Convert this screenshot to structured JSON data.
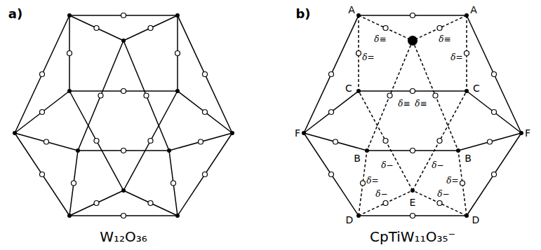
{
  "diagram": {
    "labels": [
      "a)",
      "b)",
      "A",
      "A",
      "δ≡",
      "δ≡",
      "δ=",
      "δ=",
      "C",
      "δ≡",
      "δ≡",
      "C",
      "F",
      "F",
      "B",
      "B",
      "δ−",
      "δ−",
      "δ=",
      "δ=",
      "E",
      "δ−",
      "δ−",
      "D",
      "D",
      "W₁₂O₃₆",
      "CpTiW₁₁O₃₅⁻"
    ]
  }
}
